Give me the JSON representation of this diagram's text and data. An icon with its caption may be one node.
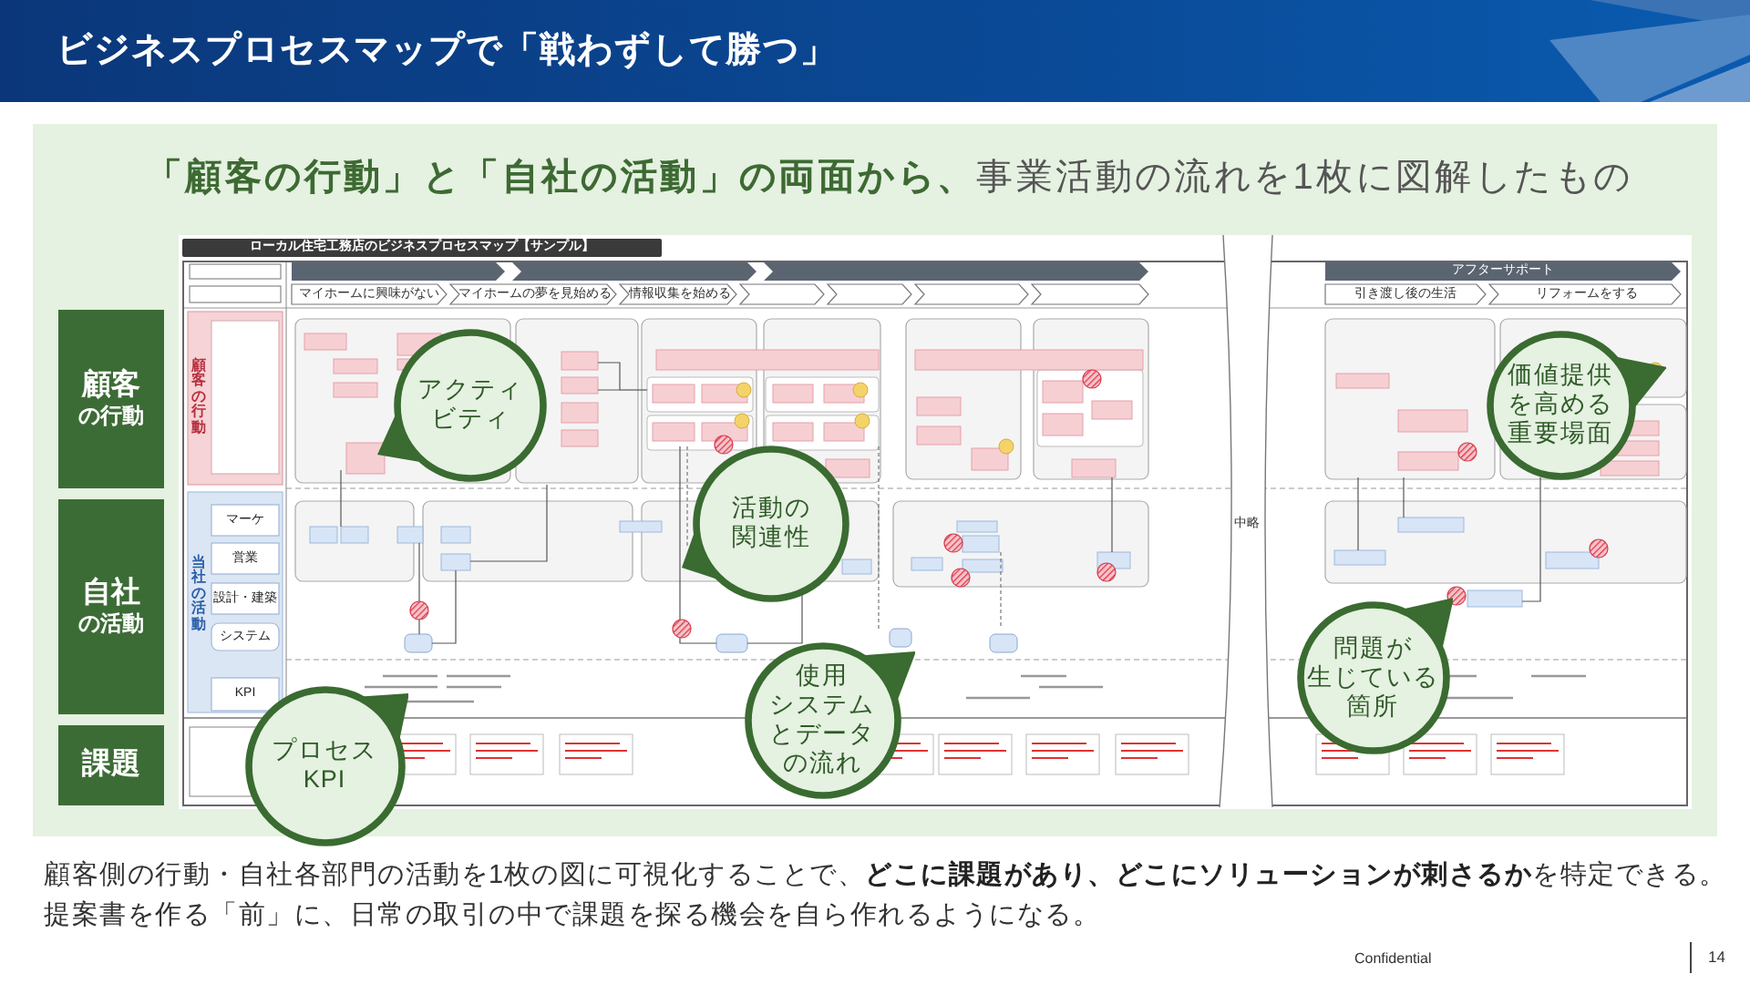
{
  "diagram": {
    "title": "ビジネスプロセスマップで「戦わずして勝つ」",
    "nodes": [
      {
        "text": [
          "顧客",
          "の行動"
        ]
      },
      {
        "text": [
          "自社",
          "の活動"
        ]
      },
      {
        "text": [
          "課題"
        ]
      },
      {
        "text": [
          "アクティビティ"
        ]
      },
      {
        "text": [
          "価値提供を高める重要場面"
        ]
      },
      {
        "text": [
          "活動の関連性"
        ]
      },
      {
        "text": [
          "問題が生じている箇所"
        ]
      },
      {
        "text": [
          "使用システムとデータの流れ"
        ]
      },
      {
        "text": [
          "プロセスKPI"
        ]
      }
    ],
    "labels": [
      "**「顧客の行動」と「自社の活動」の両面から、**事業活動の流れを1枚に図解したもの",
      "ローカル住宅工務店のビジネスプロセスマップ【サンプル】",
      "アフターサポート",
      "マイホームに興味がない",
      "マイホームの夢を見始める",
      "情報収集を始める",
      "引き渡し後の生活",
      "リフォームをする",
      "顧客の行動",
      "当社の活動",
      "マーケ",
      "営業",
      "設計・建築",
      "システム",
      "KPI",
      "中略",
      "顧客側の行動・自社各部門の活動を1枚の図に可視化することで、**どこに課題があり、どこにソリューションが刺さるか**を特定できる。",
      "提案書を作る「前」に、日常の取引の中で課題を探る機会を自ら作れるようになる。",
      "Confidential",
      "14"
    ]
  }
}
